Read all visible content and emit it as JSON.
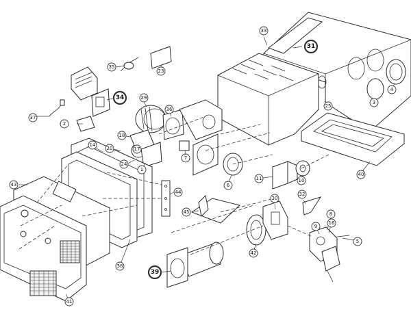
{
  "diagram": {
    "callouts": [
      {
        "id": "c2",
        "label": "2"
      },
      {
        "id": "c3",
        "label": "3"
      },
      {
        "id": "c4",
        "label": "4"
      },
      {
        "id": "c5",
        "label": "5"
      },
      {
        "id": "c6",
        "label": "6"
      },
      {
        "id": "c7",
        "label": "7"
      },
      {
        "id": "c8",
        "label": "8"
      },
      {
        "id": "c9",
        "label": "9"
      },
      {
        "id": "c10",
        "label": "10"
      },
      {
        "id": "c11",
        "label": "11"
      },
      {
        "id": "c14",
        "label": "14"
      },
      {
        "id": "c16",
        "label": "16"
      },
      {
        "id": "c17",
        "label": "17"
      },
      {
        "id": "c18",
        "label": "18"
      },
      {
        "id": "c20",
        "label": "20"
      },
      {
        "id": "c23",
        "label": "23"
      },
      {
        "id": "c24",
        "label": "24"
      },
      {
        "id": "c25",
        "label": "25"
      },
      {
        "id": "c29",
        "label": "29"
      },
      {
        "id": "c30",
        "label": "30"
      },
      {
        "id": "c31",
        "label": "31"
      },
      {
        "id": "c32",
        "label": "32"
      },
      {
        "id": "c33",
        "label": "33"
      },
      {
        "id": "c34",
        "label": "34"
      },
      {
        "id": "c35",
        "label": "35"
      },
      {
        "id": "c36",
        "label": "36"
      },
      {
        "id": "c37",
        "label": "37"
      },
      {
        "id": "c38",
        "label": "38"
      },
      {
        "id": "c39",
        "label": "39"
      },
      {
        "id": "c40",
        "label": "40"
      },
      {
        "id": "c41",
        "label": "41"
      },
      {
        "id": "c42",
        "label": "42"
      },
      {
        "id": "c43",
        "label": "43"
      },
      {
        "id": "c44",
        "label": "44"
      },
      {
        "id": "c45",
        "label": "45"
      },
      {
        "id": "c1",
        "label": "1"
      }
    ]
  }
}
